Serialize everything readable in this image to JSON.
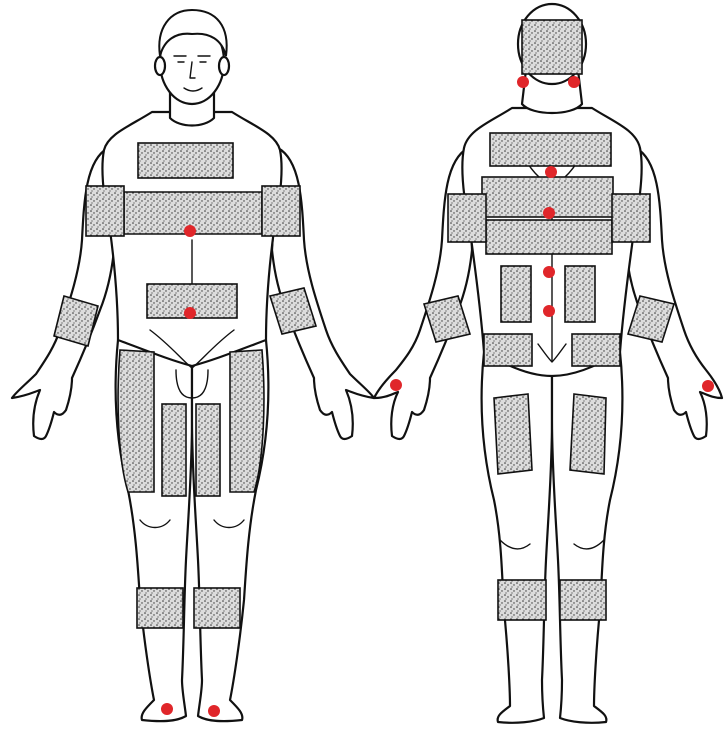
{
  "figure": {
    "views": [
      "front",
      "back"
    ],
    "colors": {
      "background": "#ffffff",
      "outline": "#111111",
      "patch_fill": "#d9d9d9",
      "patch_stipple": "#333333",
      "marker": "#e0262a"
    },
    "front_patches": [
      "chest-upper",
      "chest-band",
      "upper-arm-left",
      "upper-arm-right",
      "abdomen",
      "forearm-left",
      "forearm-right",
      "thigh-outer-left",
      "thigh-front-left",
      "thigh-front-right",
      "thigh-outer-right",
      "shin-left",
      "shin-right"
    ],
    "back_patches": [
      "head-back",
      "upper-back",
      "mid-back",
      "back-band",
      "upper-arm-left",
      "upper-arm-right",
      "lower-back-left",
      "lower-back-right",
      "forearm-left",
      "forearm-right",
      "buttock-left",
      "buttock-right",
      "thigh-back-left",
      "thigh-back-right",
      "calf-left",
      "calf-right"
    ],
    "front_markers": [
      "sternum",
      "navel",
      "foot-left",
      "foot-right"
    ],
    "back_markers": [
      "neck-left",
      "neck-right",
      "spine-upper",
      "spine-mid",
      "spine-lower-1",
      "spine-lower-2",
      "hand-left",
      "hand-right"
    ]
  }
}
